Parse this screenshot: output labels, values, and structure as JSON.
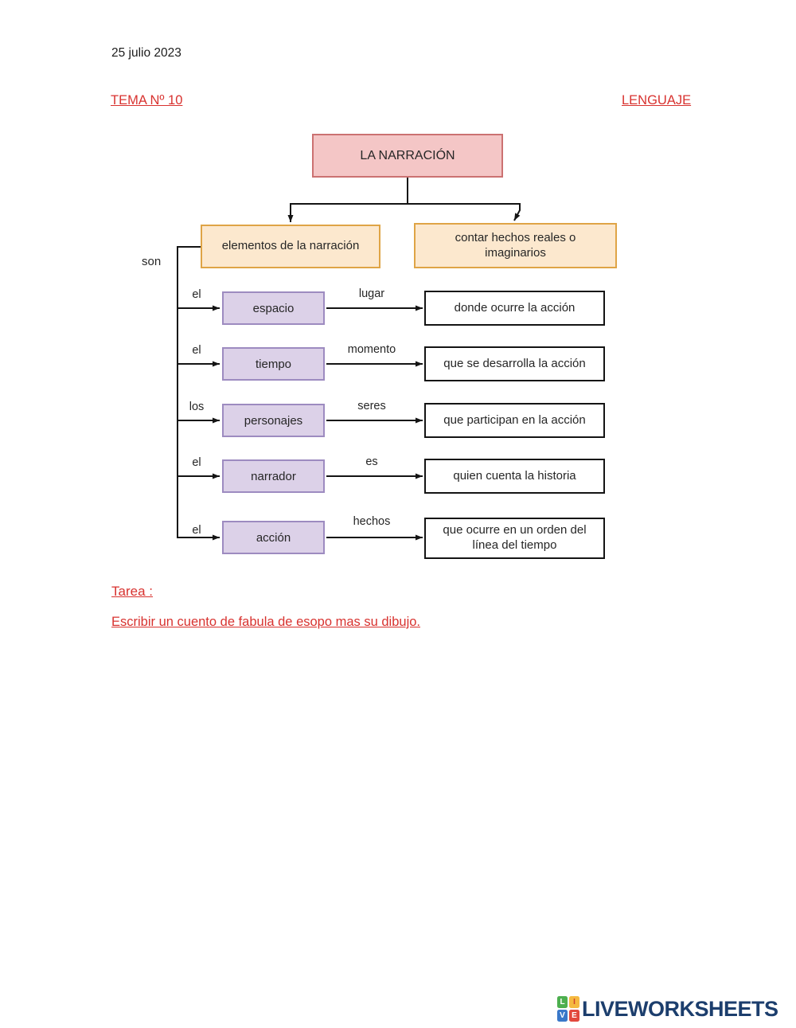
{
  "header": {
    "date": "25 julio 2023",
    "topic": "TEMA Nº 10",
    "subject": "LENGUAJE"
  },
  "diagram": {
    "root": "LA NARRACIÓN",
    "connector_label": "son",
    "branches": {
      "left": "elementos de la narración",
      "right": "contar hechos reales o imaginarios"
    },
    "rows": [
      {
        "article": "el",
        "element": "espacio",
        "relation": "lugar",
        "description": "donde ocurre la acción"
      },
      {
        "article": "el",
        "element": "tiempo",
        "relation": "momento",
        "description": "que se desarrolla la acción"
      },
      {
        "article": "los",
        "element": "personajes",
        "relation": "seres",
        "description": "que participan en la acción"
      },
      {
        "article": "el",
        "element": "narrador",
        "relation": "es",
        "description": "quien cuenta la historia"
      },
      {
        "article": "el",
        "element": "acción",
        "relation": "hechos",
        "description": "que ocurre en un orden del línea del tiempo"
      }
    ]
  },
  "task": {
    "label": "Tarea :",
    "text": "Escribir un cuento de fabula de esopo mas su dibujo."
  },
  "footer": {
    "brand": "LIVEWORKSHEETS",
    "tiles": [
      {
        "letter": "L",
        "color": "#4daf4f"
      },
      {
        "letter": "I",
        "color": "#f5b940"
      },
      {
        "letter": "V",
        "color": "#3a78c9"
      },
      {
        "letter": "E",
        "color": "#e2483d"
      }
    ]
  },
  "colors": {
    "accent_red": "#d8322f",
    "root_fill": "#f4c6c6",
    "root_border": "#cb7171",
    "branch_fill": "#fce8ce",
    "branch_border": "#dfa446",
    "element_fill": "#dcd1e8",
    "element_border": "#9d8bc0",
    "line": "#141414",
    "brand_navy": "#1c3e6d"
  }
}
